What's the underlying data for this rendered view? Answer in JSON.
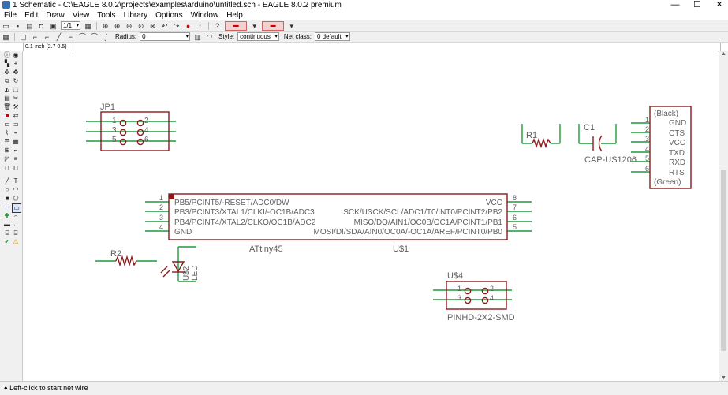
{
  "window": {
    "title": "1 Schematic - C:\\EAGLE 8.0.2\\projects\\examples\\arduino\\untitled.sch - EAGLE 8.0.2 premium",
    "minimize": "—",
    "maximize": "☐",
    "close": "✕"
  },
  "menu": [
    "File",
    "Edit",
    "Draw",
    "View",
    "Tools",
    "Library",
    "Options",
    "Window",
    "Help"
  ],
  "toolbar": {
    "sheet_value": "1/1",
    "radius_label": "Radius:",
    "radius_value": "0",
    "style_label": "Style:",
    "style_value": "continuous",
    "netclass_label": "Net class:",
    "netclass_value": "0 default"
  },
  "coordinate": "0.1 inch (2.7 0.5)",
  "status": "Left-click to start net wire",
  "colors": {
    "symbol": "#8b1a1a",
    "pin": "#1f9a3a",
    "text": "#606060"
  },
  "schematic": {
    "jp1": {
      "name": "JP1",
      "pins": [
        "1",
        "2",
        "3",
        "4",
        "5",
        "6"
      ]
    },
    "r1": {
      "name": "R1"
    },
    "c1": {
      "name": "C1",
      "value": "CAP-US1206"
    },
    "ftdi": {
      "top": "(Black)",
      "bottom": "(Green)",
      "pins": [
        "1",
        "2",
        "3",
        "4",
        "5",
        "6"
      ],
      "labels": [
        "GND",
        "CTS",
        "VCC",
        "TXD",
        "RXD",
        "RTS"
      ]
    },
    "attiny": {
      "name": "U$1",
      "value": "ATtiny45",
      "left_pins": [
        "1",
        "2",
        "3",
        "4"
      ],
      "left_labels": [
        "PB5/PCINT5/-RESET/ADC0/DW",
        "PB3/PCINT3/XTAL1/CLKI/-OC1B/ADC3",
        "PB4/PCINT4/XTAL2/CLKO/OC1B/ADC2",
        "GND"
      ],
      "right_pins": [
        "8",
        "7",
        "6",
        "5"
      ],
      "right_labels": [
        "VCC",
        "SCK/USCK/SCL/ADC1/T0/INT0/PCINT2/PB2",
        "MISO/DO/AIN1/OC0B/OC1A/PCINT1/PB1",
        "MOSI/DI/SDA/AIN0/OC0A/-OC1A/AREF/PCINT0/PB0"
      ]
    },
    "r2": {
      "name": "R2"
    },
    "led": {
      "name": "U$2",
      "value": "LED"
    },
    "u4": {
      "name": "U$4",
      "value": "PINHD-2X2-SMD",
      "pins": [
        "1",
        "2",
        "3",
        "4"
      ]
    }
  }
}
